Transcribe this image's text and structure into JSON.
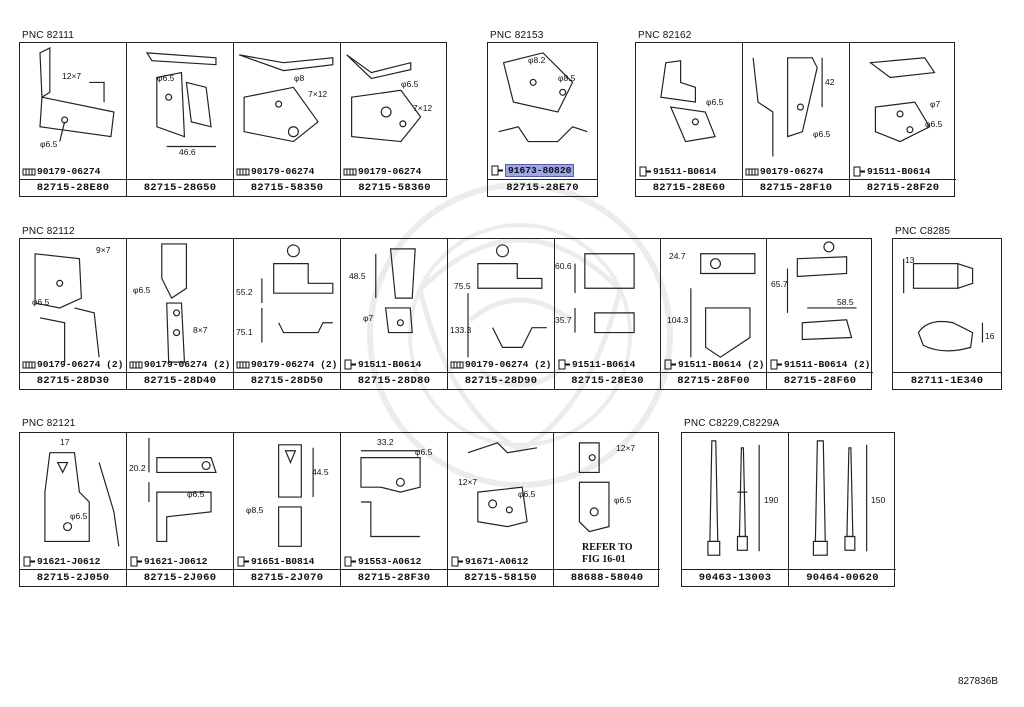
{
  "figure_number": "827836B",
  "groups": [
    {
      "pnc": "PNC 82111",
      "cells": [
        {
          "part": "82715-28E80",
          "bolt": "90179-06274",
          "bolt_icon": "nut-icon",
          "dims": [
            "12×7",
            "φ6.5"
          ]
        },
        {
          "part": "82715-28G50",
          "bolt": "",
          "bolt_icon": "",
          "dims": [
            "φ6.5",
            "46.6"
          ]
        },
        {
          "part": "82715-58350",
          "bolt": "90179-06274",
          "bolt_icon": "nut-icon",
          "dims": [
            "φ8",
            "7×12"
          ]
        },
        {
          "part": "82715-58360",
          "bolt": "90179-06274",
          "bolt_icon": "nut-icon",
          "dims": [
            "φ6.5",
            "7×12"
          ]
        }
      ]
    },
    {
      "pnc": "PNC 82153",
      "cells": [
        {
          "part": "82715-28E70",
          "bolt": "91673-80820",
          "bolt_icon": "bolt-icon",
          "highlight": true,
          "dims": [
            "φ8.2",
            "φ8.5"
          ]
        }
      ]
    },
    {
      "pnc": "PNC 82162",
      "cells": [
        {
          "part": "82715-28E60",
          "bolt": "91511-B0614",
          "bolt_icon": "bolt-icon",
          "dims": [
            "φ6.5"
          ]
        },
        {
          "part": "82715-28F10",
          "bolt": "90179-06274",
          "bolt_icon": "nut-icon",
          "dims": [
            "42",
            "φ6.5"
          ]
        },
        {
          "part": "82715-28F20",
          "bolt": "91511-B0614",
          "bolt_icon": "bolt-icon",
          "dims": [
            "φ7",
            "φ6.5"
          ]
        }
      ]
    },
    {
      "pnc": "PNC 82112",
      "cells": [
        {
          "part": "82715-28D30",
          "bolt": "90179-06274 (2)",
          "bolt_icon": "nut-icon",
          "dims": [
            "9×7",
            "φ6.5"
          ]
        },
        {
          "part": "82715-28D40",
          "bolt": "90179-06274 (2)",
          "bolt_icon": "nut-icon",
          "dims": [
            "φ6.5",
            "8×7"
          ]
        },
        {
          "part": "82715-28D50",
          "bolt": "90179-06274 (2)",
          "bolt_icon": "nut-icon",
          "dims": [
            "55.2",
            "75.1"
          ]
        },
        {
          "part": "82715-28D80",
          "bolt": "91511-B0614",
          "bolt_icon": "bolt-icon",
          "dims": [
            "48.5",
            "φ7"
          ]
        },
        {
          "part": "82715-28D90",
          "bolt": "90179-06274 (2)",
          "bolt_icon": "nut-icon",
          "dims": [
            "75.5",
            "133.3"
          ]
        },
        {
          "part": "82715-28E30",
          "bolt": "91511-B0614",
          "bolt_icon": "bolt-icon",
          "dims": [
            "60.6",
            "35.7"
          ]
        },
        {
          "part": "82715-28F00",
          "bolt": "91511-B0614 (2)",
          "bolt_icon": "bolt-icon",
          "dims": [
            "24.7",
            "104.3"
          ]
        },
        {
          "part": "82715-28F60",
          "bolt": "91511-B0614 (2)",
          "bolt_icon": "bolt-icon",
          "dims": [
            "65.7",
            "58.5"
          ]
        }
      ]
    },
    {
      "pnc": "PNC C8285",
      "cells": [
        {
          "part": "82711-1E340",
          "bolt": "",
          "bolt_icon": "",
          "dims": [
            "13",
            "16"
          ]
        }
      ]
    },
    {
      "pnc": "PNC 82121",
      "cells": [
        {
          "part": "82715-2J050",
          "bolt": "91621-J0612",
          "bolt_icon": "bolt-icon",
          "dims": [
            "17",
            "φ6.5"
          ]
        },
        {
          "part": "82715-2J060",
          "bolt": "91621-J0612",
          "bolt_icon": "bolt-icon",
          "dims": [
            "20.2",
            "φ6.5"
          ]
        },
        {
          "part": "82715-2J070",
          "bolt": "91651-B0814",
          "bolt_icon": "bolt-icon",
          "dims": [
            "44.5",
            "φ8.5"
          ]
        },
        {
          "part": "82715-28F30",
          "bolt": "91553-A0612",
          "bolt_icon": "bolt-icon",
          "dims": [
            "33.2",
            "φ6.5"
          ]
        },
        {
          "part": "82715-58150",
          "bolt": "91671-A0612",
          "bolt_icon": "bolt-icon",
          "dims": [
            "12×7",
            "φ6.5"
          ]
        },
        {
          "part": "88688-58040",
          "bolt": "",
          "bolt_icon": "",
          "refer": "REFER TO\nFIG 16-01",
          "dims": [
            "12×7",
            "φ6.5"
          ]
        }
      ]
    },
    {
      "pnc": "PNC C8229,C8229A",
      "cells": [
        {
          "part": "90463-13003",
          "bolt": "",
          "bolt_icon": "",
          "dims": [
            "190"
          ]
        },
        {
          "part": "90464-00620",
          "bolt": "",
          "bolt_icon": "",
          "dims": [
            "150"
          ]
        }
      ]
    }
  ]
}
